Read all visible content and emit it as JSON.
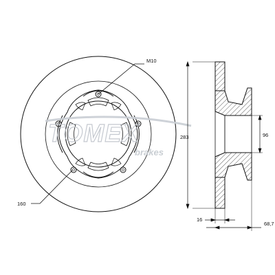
{
  "drawing": {
    "labels": {
      "bolt_thread": "M10",
      "bolt_circle": "160",
      "outer_diameter": "283",
      "hub_diameter": "96",
      "disc_thickness": "16",
      "total_height": "68,7"
    }
  },
  "watermark": {
    "brand": "TOMEX",
    "sub": "brakes",
    "color": "#c9ced4"
  },
  "colors": {
    "line": "#111111",
    "hatch": "#222222"
  }
}
